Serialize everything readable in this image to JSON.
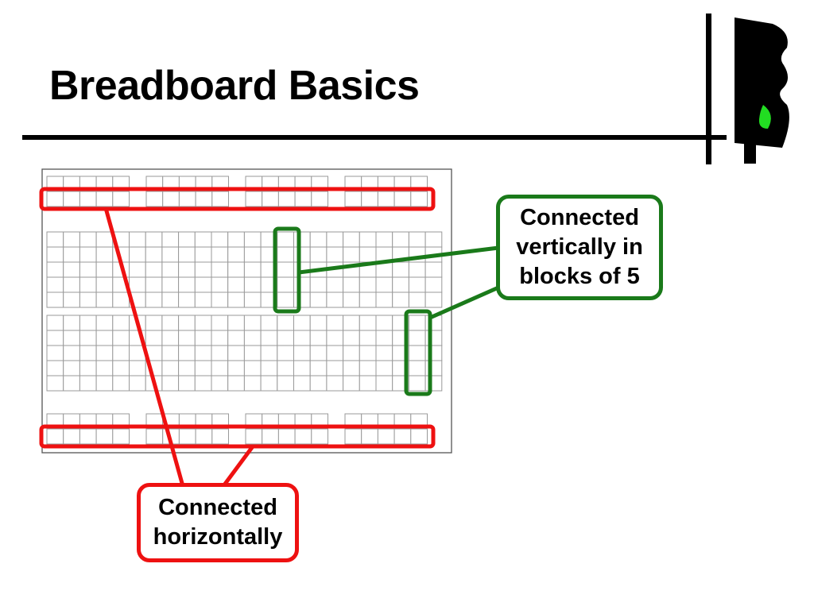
{
  "title": "Breadboard Basics",
  "callouts": {
    "vertical": {
      "lines": [
        "Connected",
        "vertically in",
        "blocks of 5"
      ],
      "border_color": "#1a7a1a"
    },
    "horizontal": {
      "lines": [
        "Connected",
        "horizontally"
      ],
      "border_color": "#ee1111"
    }
  },
  "icons": {
    "traffic_light": "traffic-light-icon",
    "active_lamp_color": "#22dd22"
  },
  "breadboard": {
    "rail_groups": 4,
    "holes_per_rail_group": 5,
    "rails_per_side": 2,
    "columns": 24,
    "rows_per_block": 5,
    "grid_color": "#999999",
    "board_color": "#555555"
  },
  "highlight_colors": {
    "horizontal": "#ee1111",
    "vertical": "#1a7a1a"
  }
}
